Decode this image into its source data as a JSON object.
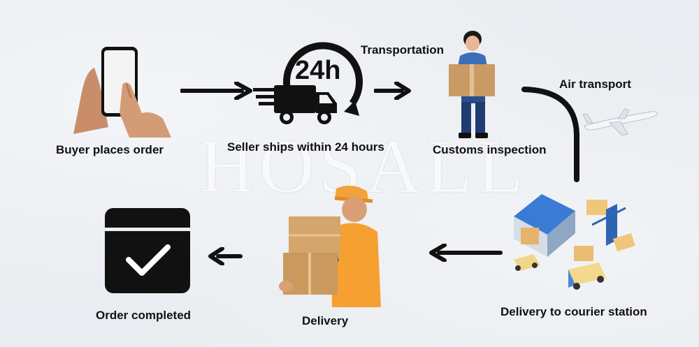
{
  "steps": {
    "buyer": "Buyer places order",
    "seller": "Seller ships within 24 hours",
    "transportation": "Transportation",
    "customs": "Customs inspection",
    "air": "Air transport",
    "courier": "Delivery to courier station",
    "delivery": "Delivery",
    "completed": "Order completed"
  },
  "clock_text": "24h",
  "watermark": "HOSALL"
}
